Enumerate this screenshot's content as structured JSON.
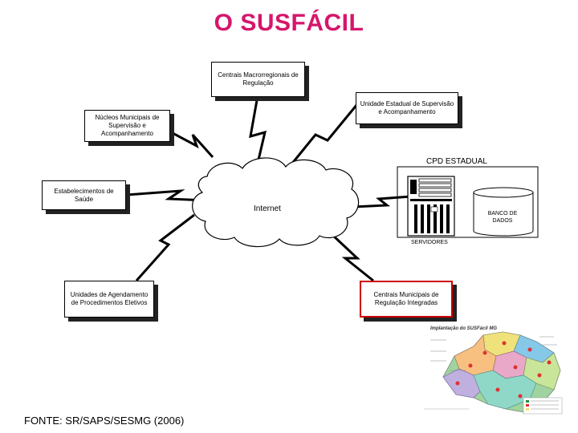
{
  "title": "O SUSFÁCIL",
  "nodes": {
    "centrais_macro": "Centrais Macrorregionais de Regulação",
    "unidade_estadual": "Unidade Estadual de Supervisão e Acompanhamento",
    "nucleos": "Núcleos Municipais de Supervisão e Acompanhamento",
    "estabelecimentos": "Estabelecimentos de Saúde",
    "unidades_agendamento": "Unidades de Agendamento de Procedimentos Eletivos",
    "centrais_municipais": "Centrais Municipais de Regulação Integradas"
  },
  "internet_label": "Internet",
  "cpd": {
    "label": "CPD ESTADUAL",
    "database": "BANCO DE DADOS",
    "servers": "SERVIDORES"
  },
  "map": {
    "caption": "Implantação do SUSFácil MG"
  },
  "footer": "FONTE: SR/SAPS/SESMG (2006)",
  "colors": {
    "title": "#d6156b",
    "highlight_border": "#cc0000"
  }
}
